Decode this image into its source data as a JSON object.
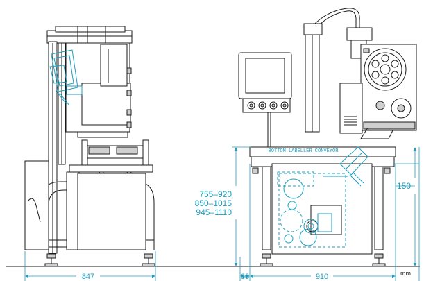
{
  "dimensions": {
    "side_width": "847",
    "front_offset": "60",
    "front_width": "910",
    "conveyor_height_1": "755–920",
    "conveyor_height_2": "850–1015",
    "conveyor_height_3": "945–1110",
    "labeller_offset": "150",
    "unit": "mm"
  },
  "labels": {
    "conveyor": "BOTTOM LABELLER CONVEYOR"
  },
  "colors": {
    "line": "#1a1a1a",
    "accent": "#1d9fbf"
  }
}
